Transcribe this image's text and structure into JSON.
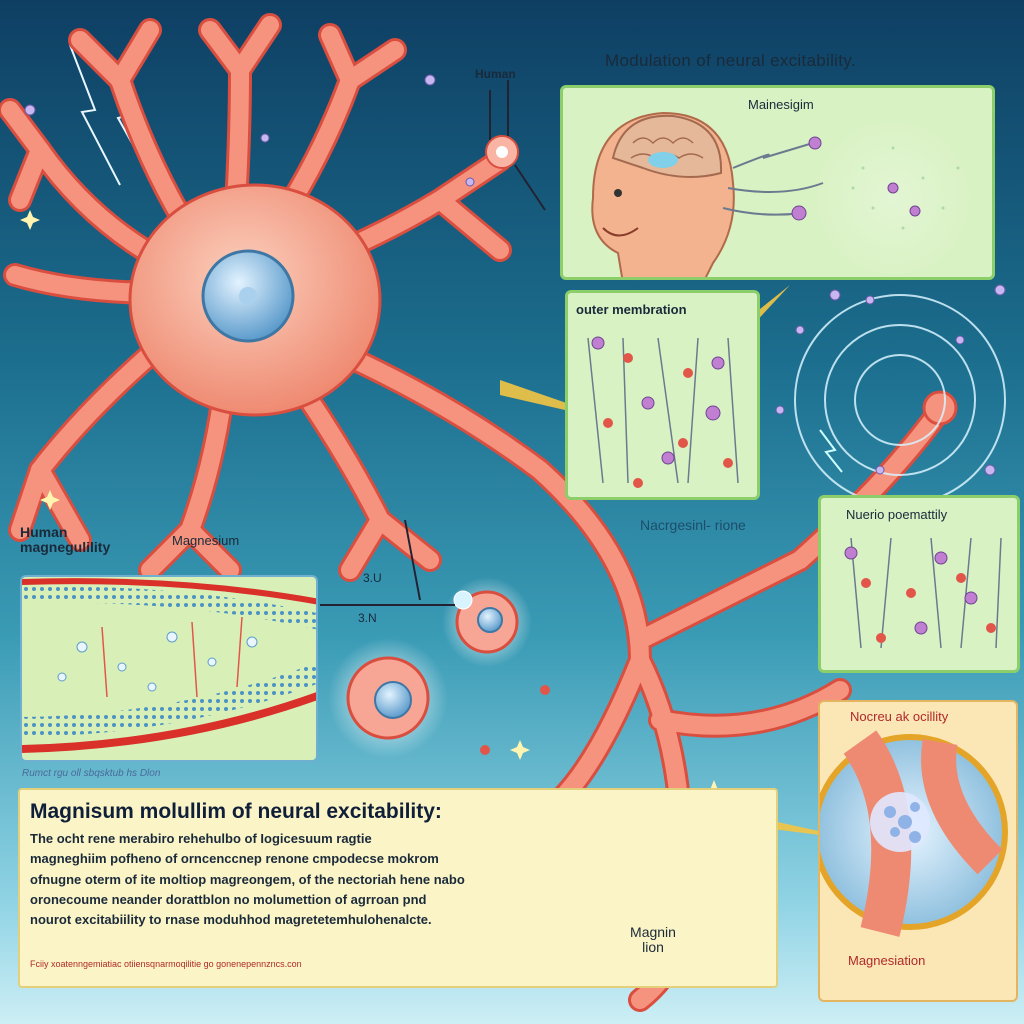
{
  "title": "Modulation of neural excitability.",
  "labels": {
    "human_top": "Human",
    "magnesium_top": "Mainesigim",
    "outer_membrane": "outer membration",
    "nacre_ions": "Nacrgesinl- rione",
    "neuro_permeability": "Nuerio poemattily",
    "human_magnability": "Human magnegulility",
    "magnesium_left": "Magnesium",
    "val_1": "3.U",
    "val_2": "3.N",
    "membrane_caption": "Rumct rgu oll sbqsktub hs Dlon",
    "neuro_excitability": "Nocreu ak ocillity",
    "magnesium_ion": "Magnin lion",
    "magnesiation": "Magnesiation"
  },
  "caption": {
    "heading": "Magnisum molullim of neural excitability:",
    "lines": [
      "The ocht rene merabiro rehehulbo of Iogicesuum ragtie",
      "magneghiim pofheno of orncenccnep renone cmpodecse mokrom",
      "ofnugne oterm of ite moltiop magreongem, of the nectoriah hene nabo",
      "oronecoume neander dorattblon no molumettion of agrroan pnd",
      "nourot excitabiility to rnase moduhhod magretetemhulohenalcte."
    ],
    "footnote": "Fciiy xoatenngemiatiac otiiensqnarmoqilitie go gonenepennzncs.con"
  },
  "colors": {
    "neuron": "#f27f6c",
    "neuron_outline": "#d94e3f",
    "nucleus": "#8fc4e6",
    "panel_green": "#d9f2c4",
    "caption_bg": "#fbf4c6",
    "accent_yellow": "#f4c542"
  }
}
